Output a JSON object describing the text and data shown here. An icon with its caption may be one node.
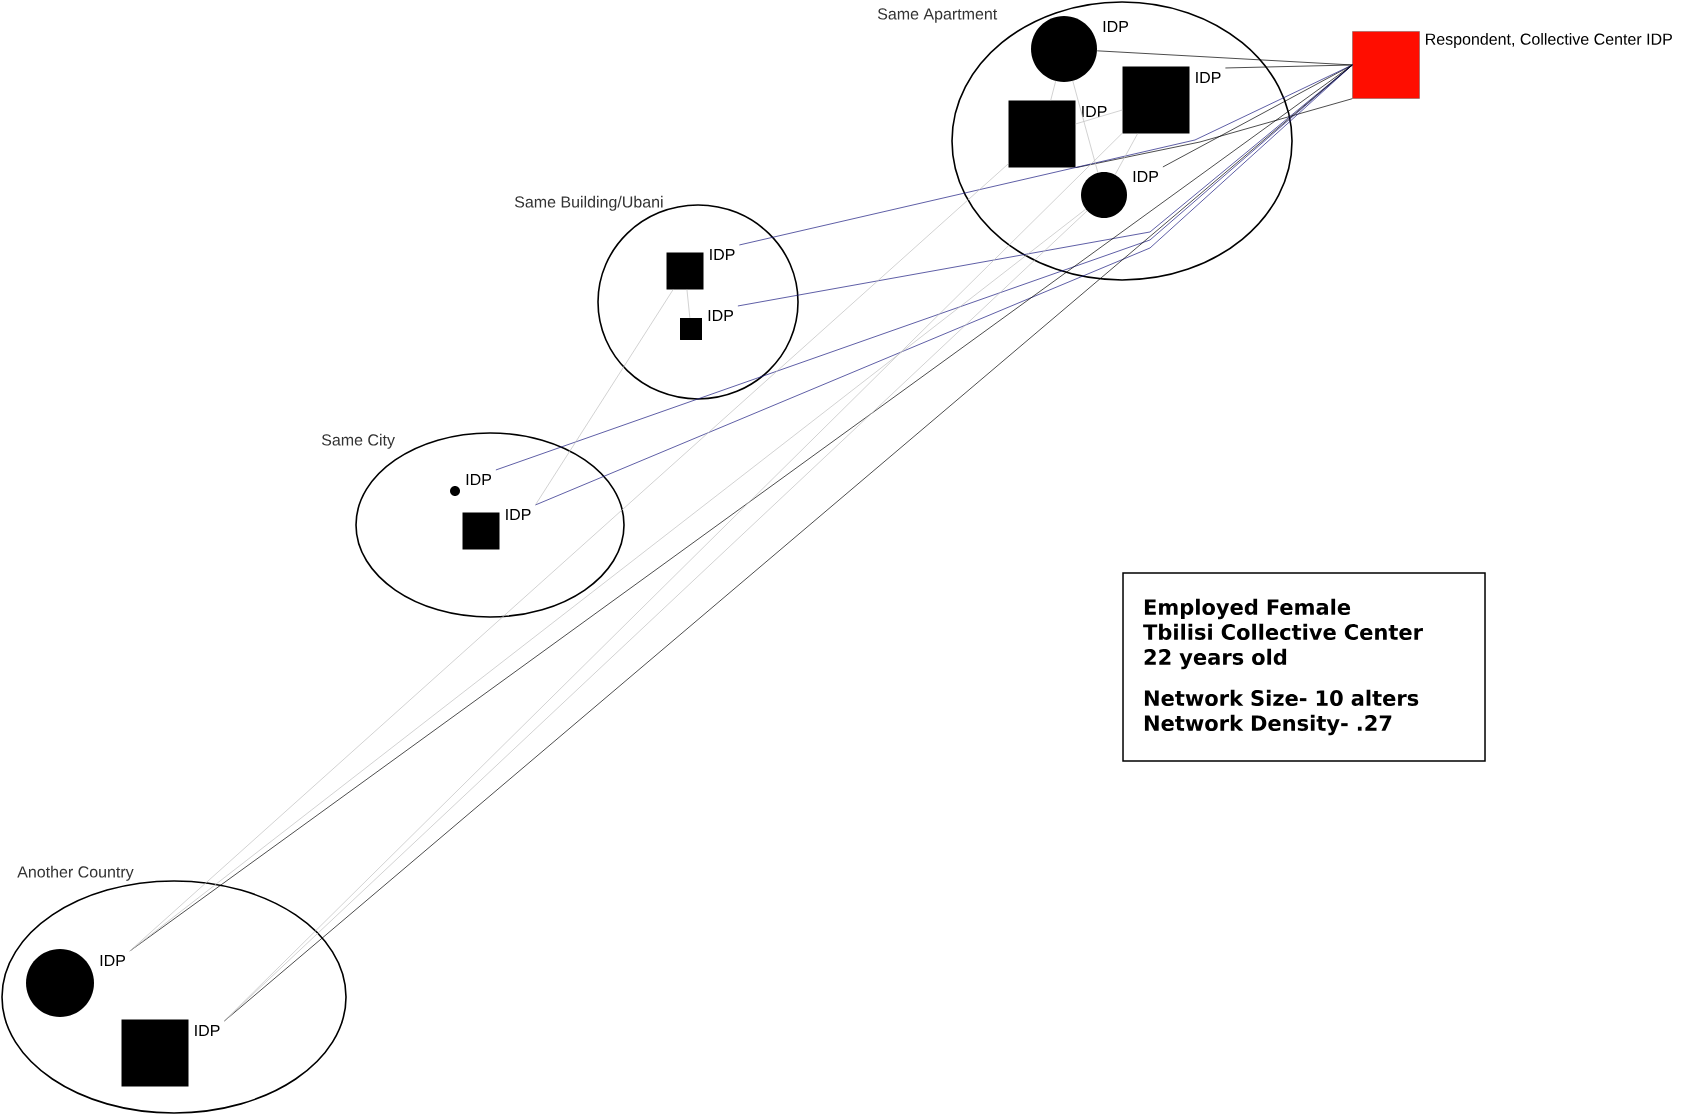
{
  "diagram": {
    "nodes": [
      {
        "text": [
          "Same Apartment"
        ]
      },
      {
        "text": [],
        "shape": "circle",
        "in": 0,
        "beside": [
          "IDP"
        ]
      },
      {
        "text": [],
        "shape": "box",
        "in": 0,
        "beside": [
          "IDP"
        ]
      },
      {
        "text": [],
        "shape": "box",
        "in": 0,
        "beside": [
          "IDP"
        ]
      },
      {
        "text": [],
        "shape": "circle",
        "in": 0,
        "beside": [
          "IDP"
        ]
      },
      {
        "text": [],
        "shape": "box",
        "beside": [
          "Respondent, Collective Center IDP"
        ]
      },
      {
        "text": [
          "Same Building/Ubani"
        ]
      },
      {
        "text": [],
        "shape": "box",
        "in": 6,
        "beside": [
          "IDP"
        ]
      },
      {
        "text": [],
        "shape": "box",
        "in": 6,
        "beside": [
          "IDP"
        ]
      },
      {
        "text": [
          "Same City"
        ]
      },
      {
        "text": [],
        "shape": "circle",
        "in": 9,
        "beside": [
          "IDP"
        ]
      },
      {
        "text": [],
        "shape": "box",
        "in": 9,
        "beside": [
          "IDP"
        ]
      },
      {
        "text": [
          "Employed Female",
          "Tbilisi Collective Center",
          "22 years old",
          "Network Size- 10 alters",
          "Network Density- .27"
        ]
      },
      {
        "text": [
          "Another Country"
        ]
      },
      {
        "text": [],
        "shape": "circle",
        "in": 13,
        "beside": [
          "IDP"
        ]
      },
      {
        "text": [],
        "shape": "box",
        "in": 13,
        "beside": [
          "IDP"
        ]
      }
    ],
    "edges": [
      {
        "from": 5,
        "to": 1,
        "arrow": "none",
        "color": "#000000"
      },
      {
        "from": 5,
        "to": 2,
        "arrow": "none",
        "color": "#000000"
      },
      {
        "from": 5,
        "to": 3,
        "arrow": "none",
        "color": "#000000"
      },
      {
        "from": 5,
        "to": 4,
        "arrow": "none",
        "color": "#000000"
      },
      {
        "from": 5,
        "to": 7,
        "arrow": "none",
        "color": "#1a1a80"
      },
      {
        "from": 5,
        "to": 8,
        "arrow": "none",
        "color": "#1a1a80"
      },
      {
        "from": 5,
        "to": 10,
        "arrow": "none",
        "color": "#1a1a80"
      },
      {
        "from": 5,
        "to": 11,
        "arrow": "none",
        "color": "#1a1a80"
      },
      {
        "from": 5,
        "to": 14,
        "arrow": "none",
        "color": "#000000"
      },
      {
        "from": 5,
        "to": 15,
        "arrow": "none",
        "color": "#000000"
      },
      {
        "from": 1,
        "to": 3,
        "arrow": "none"
      },
      {
        "from": 1,
        "to": 4,
        "arrow": "none"
      },
      {
        "from": 3,
        "to": 2,
        "arrow": "none"
      },
      {
        "from": 2,
        "to": 4,
        "arrow": "none"
      },
      {
        "from": 7,
        "to": 8,
        "arrow": "none"
      },
      {
        "from": 7,
        "to": 11,
        "arrow": "none"
      },
      {
        "from": 14,
        "to": 3,
        "arrow": "none"
      },
      {
        "from": 14,
        "to": 4,
        "arrow": "none"
      },
      {
        "from": 15,
        "to": 2,
        "arrow": "none"
      },
      {
        "from": 15,
        "to": 4,
        "arrow": "none"
      }
    ]
  }
}
